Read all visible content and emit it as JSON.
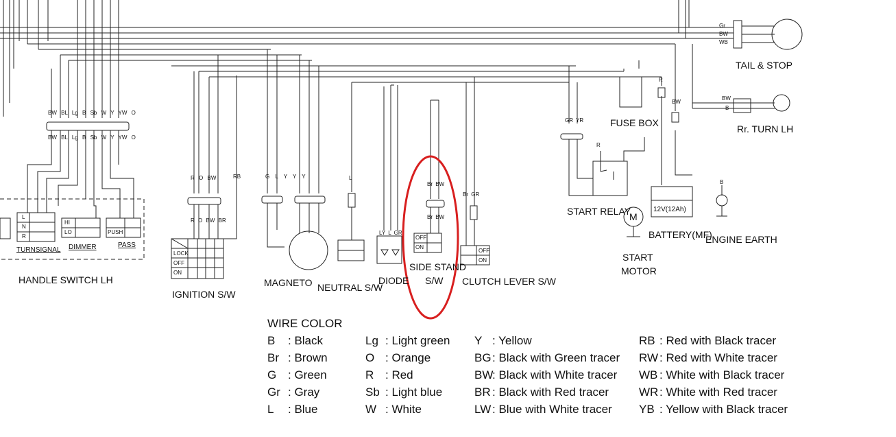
{
  "components": {
    "tail_stop": "TAIL & STOP",
    "fuse_box": "FUSE BOX",
    "rr_turn_lh": "Rr. TURN LH",
    "start_relay": "START RELAY",
    "battery": "BATTERY(MF)",
    "battery_rating": "12V(12Ah)",
    "engine_earth": "ENGINE EARTH",
    "start_motor_line1": "START",
    "start_motor_line2": "MOTOR",
    "handle_switch": "HANDLE SWITCH LH",
    "turnsignal": "TURNSIGNAL",
    "dimmer": "DIMMER",
    "pass": "PASS",
    "ignition": "IGNITION S/W",
    "magneto": "MAGNETO",
    "neutral": "NEUTRAL S/W",
    "diode": "DIODE",
    "side_stand_line1": "SIDE STAND",
    "side_stand_line2": "S/W",
    "clutch": "CLUTCH LEVER S/W",
    "motor_symbol": "M"
  },
  "switch_labels": {
    "lock": "LOCK",
    "off": "OFF",
    "on": "ON",
    "hi": "HI",
    "lo": "LO",
    "push": "PUSH",
    "l": "L",
    "n": "N",
    "r": "R"
  },
  "handle_wires": [
    "BW",
    "BL",
    "Lg",
    "B",
    "Sb",
    "W",
    "Y",
    "YW",
    "O"
  ],
  "ignition_wires": [
    "R",
    "O",
    "BW",
    "BR"
  ],
  "rb_wire": "RB",
  "magneto_wires": [
    "G",
    "L",
    "Y",
    "Y",
    "Y"
  ],
  "neutral_wire": "L",
  "diode_wires": [
    "LY",
    "L",
    "GR"
  ],
  "side_stand_wires": [
    "Br",
    "BW"
  ],
  "clutch_wires": [
    "Br",
    "GR"
  ],
  "relay_wires": [
    "GR",
    "YR"
  ],
  "relay_r": "R",
  "fuse_r": "R",
  "battery_bw": "BW",
  "earth_b": "B",
  "tail_wires": [
    "Gr",
    "BW",
    "WB"
  ],
  "turn_wires": [
    "BW",
    "B"
  ],
  "highlight": {
    "target": "side-stand-switch",
    "color": "#d81f1f"
  },
  "wire_color_legend": {
    "title": "WIRE COLOR",
    "columns": [
      [
        {
          "code": "B",
          "name": ": Black"
        },
        {
          "code": "Br",
          "name": ": Brown"
        },
        {
          "code": "G",
          "name": ": Green"
        },
        {
          "code": "Gr",
          "name": ": Gray"
        },
        {
          "code": "L",
          "name": ": Blue"
        }
      ],
      [
        {
          "code": "Lg",
          "name": ": Light green"
        },
        {
          "code": "O",
          "name": ": Orange"
        },
        {
          "code": "R",
          "name": ": Red"
        },
        {
          "code": "Sb",
          "name": ": Light blue"
        },
        {
          "code": "W",
          "name": ": White"
        }
      ],
      [
        {
          "code": "Y",
          "name": ": Yellow"
        },
        {
          "code": "BG",
          "name": ": Black with Green tracer"
        },
        {
          "code": "BW",
          "name": ": Black with White tracer"
        },
        {
          "code": "BR",
          "name": ": Black with Red tracer"
        },
        {
          "code": "LW",
          "name": ": Blue with White tracer"
        }
      ],
      [
        {
          "code": "RB",
          "name": ": Red with Black tracer"
        },
        {
          "code": "RW",
          "name": ": Red with White tracer"
        },
        {
          "code": "WB",
          "name": ": White with Black tracer"
        },
        {
          "code": "WR",
          "name": ": White with Red tracer"
        },
        {
          "code": "YB",
          "name": ": Yellow with Black tracer"
        }
      ]
    ]
  }
}
